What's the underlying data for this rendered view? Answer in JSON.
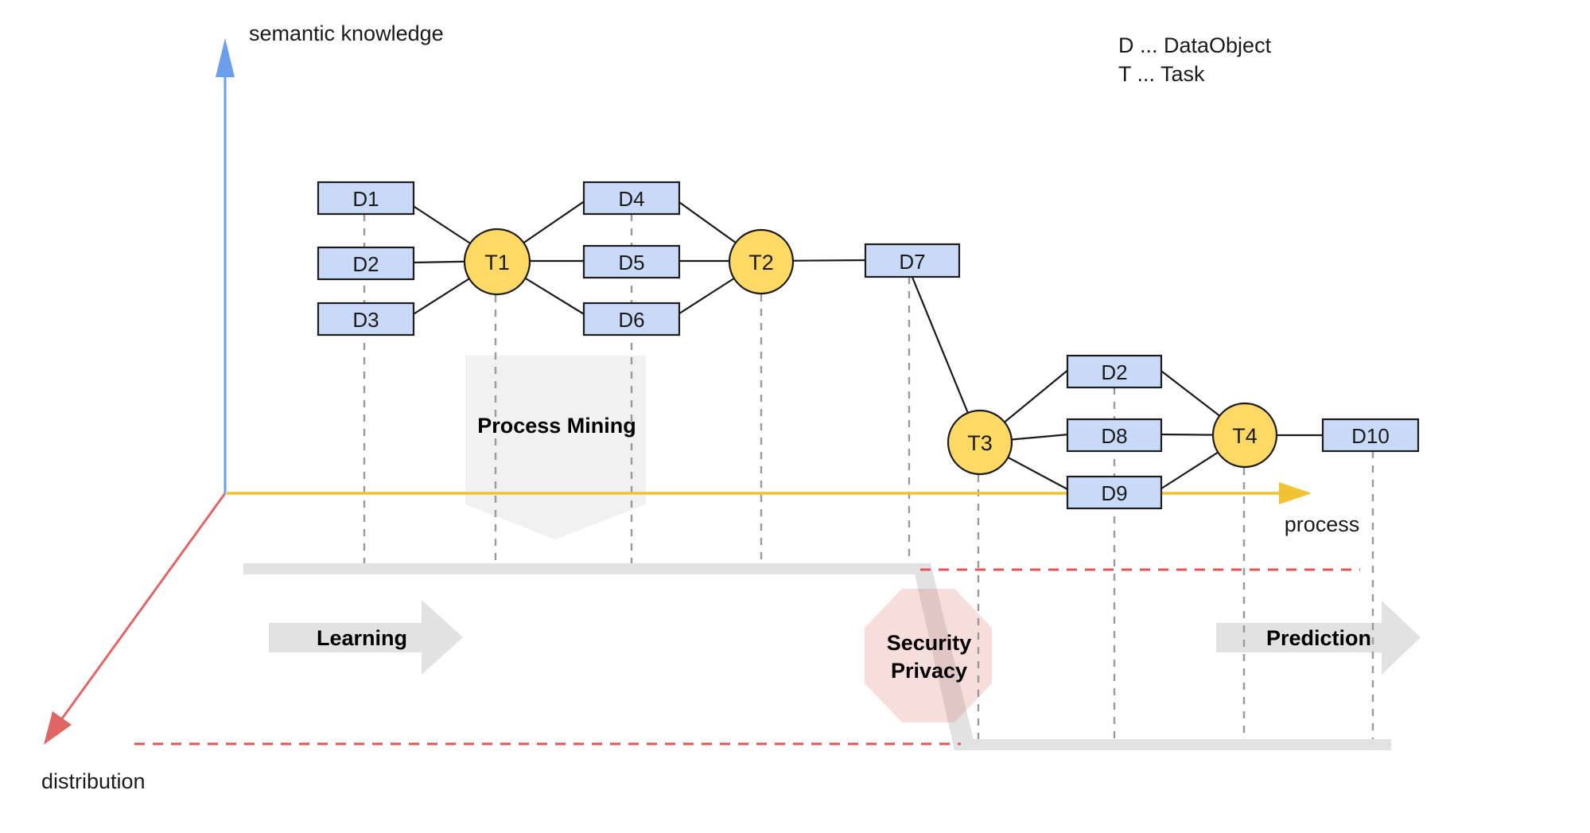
{
  "figure": {
    "title": "process / semantic knowledge / distribution diagram",
    "axes": {
      "semantic": "semantic knowledge",
      "process": "process",
      "distribution": "distribution"
    },
    "legend": {
      "data_object": "D ... DataObject",
      "task": "T ... Task"
    },
    "nodes": {
      "d1": "D1",
      "d2": "D2",
      "d3": "D3",
      "d4": "D4",
      "d5": "D5",
      "d6": "D6",
      "d7": "D7",
      "d2b": "D2",
      "d8": "D8",
      "d9": "D9",
      "d10": "D10",
      "t1": "T1",
      "t2": "T2",
      "t3": "T3",
      "t4": "T4"
    },
    "phases": {
      "process_mining": "Process Mining",
      "learning": "Learning",
      "security": "Security",
      "privacy": "Privacy",
      "prediction": "Prediction"
    },
    "colors": {
      "data_object_fill": "#c9daf8",
      "task_fill": "#ffd966",
      "axis_semantic_blue": "#6d9eeb",
      "axis_process_yellow": "#f1c232",
      "axis_distribution_red": "#e06666",
      "phase_gray": "#e2e2e2",
      "banner_gray": "#f1f1f1",
      "security_pink": "#e06666",
      "dashed_guide_gray": "#9a9a9a",
      "dashed_red": "#e25555"
    }
  }
}
